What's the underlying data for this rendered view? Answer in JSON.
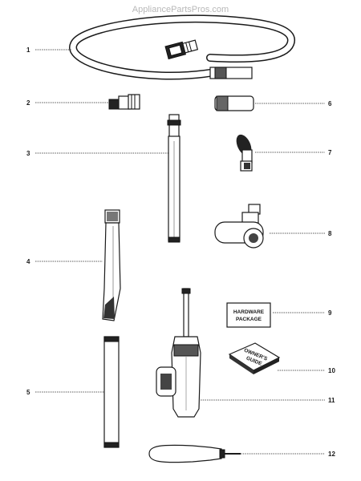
{
  "watermark": "AppliancePartsPros.com",
  "callouts": [
    "1",
    "2",
    "3",
    "4",
    "5",
    "6",
    "7",
    "8",
    "9",
    "10",
    "11",
    "12"
  ],
  "hardware_package_label": [
    "HARDWARE",
    "PACKAGE"
  ],
  "owners_guide_label": [
    "OWNER'S",
    "GUIDE"
  ]
}
